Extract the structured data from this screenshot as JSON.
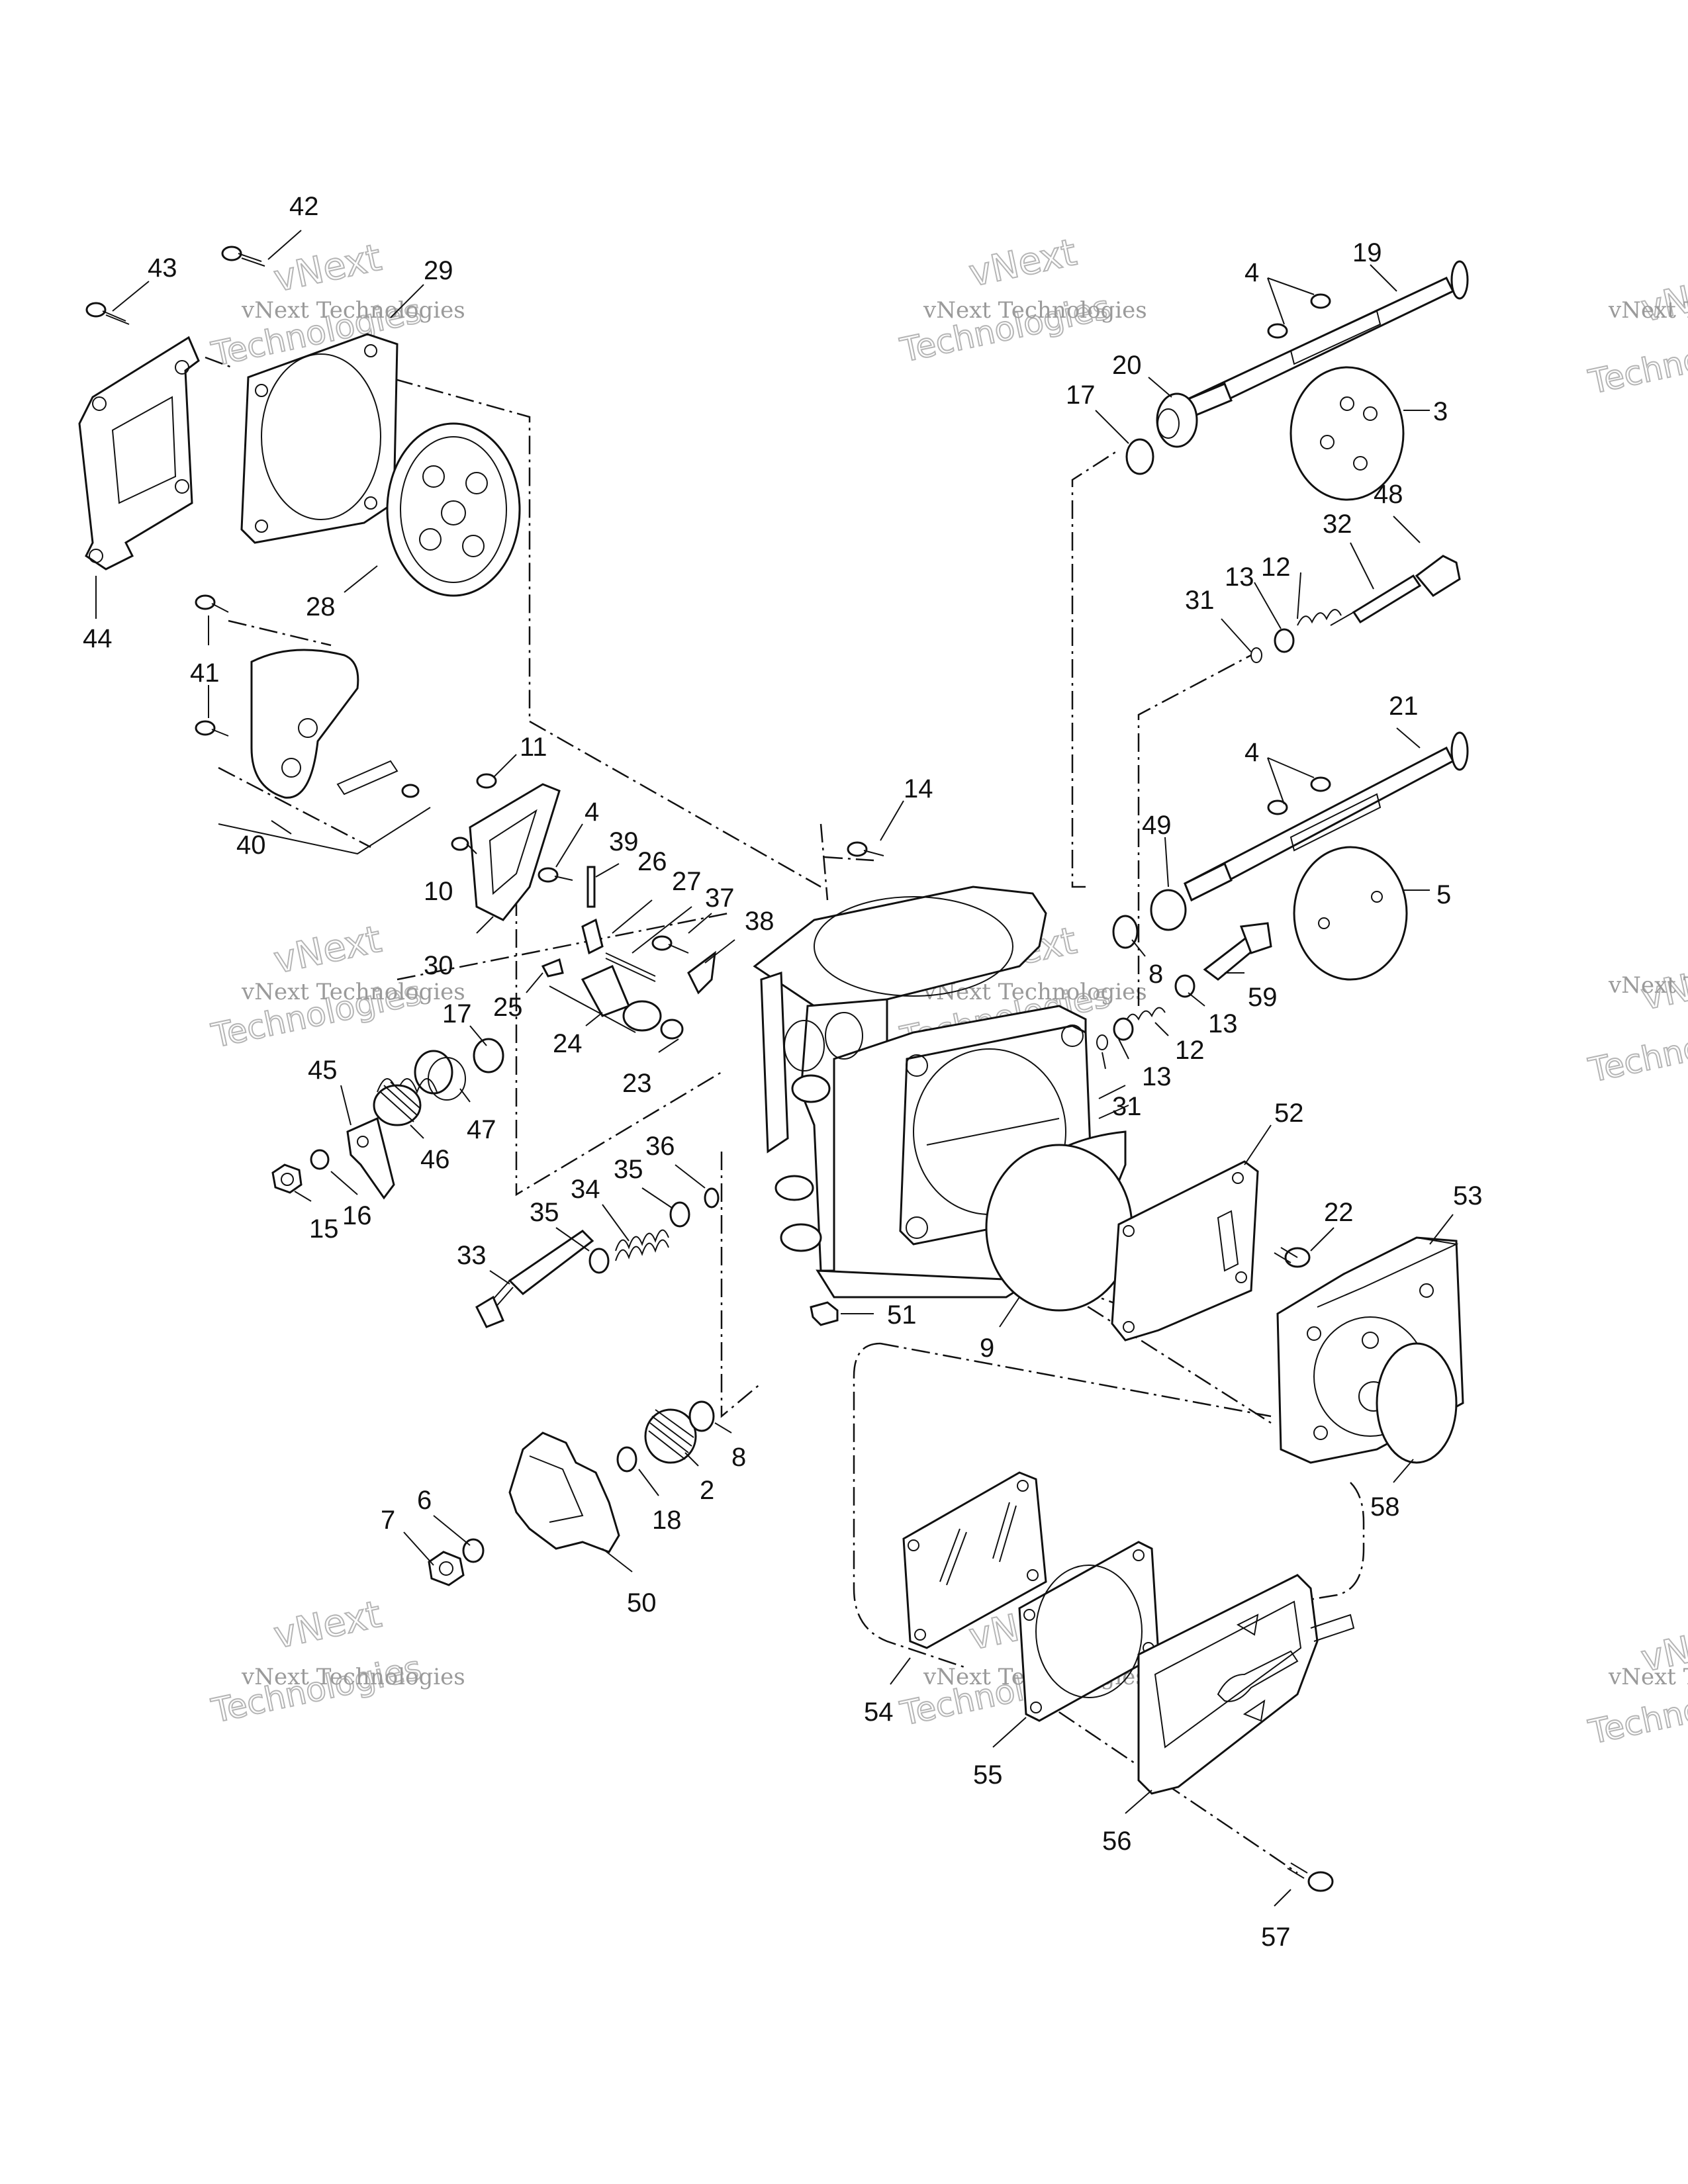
{
  "watermark": {
    "line1": "vNext Technologies",
    "line2a": "vNext",
    "line2b": "Technologies"
  },
  "callouts": [
    "42",
    "43",
    "29",
    "44",
    "28",
    "41",
    "40",
    "11",
    "10",
    "30",
    "4",
    "39",
    "26",
    "27",
    "37",
    "38",
    "25",
    "24",
    "17",
    "23",
    "45",
    "47",
    "46",
    "16",
    "15",
    "36",
    "35",
    "34",
    "33",
    "14",
    "19",
    "20",
    "3",
    "48",
    "32",
    "12",
    "13",
    "31",
    "21",
    "49",
    "8",
    "5",
    "59",
    "52",
    "22",
    "53",
    "9",
    "51",
    "2",
    "18",
    "6",
    "7",
    "50",
    "58",
    "54",
    "55",
    "56",
    "57"
  ],
  "colors": {
    "line": "#111111",
    "watermark": "#9a9a9a"
  }
}
